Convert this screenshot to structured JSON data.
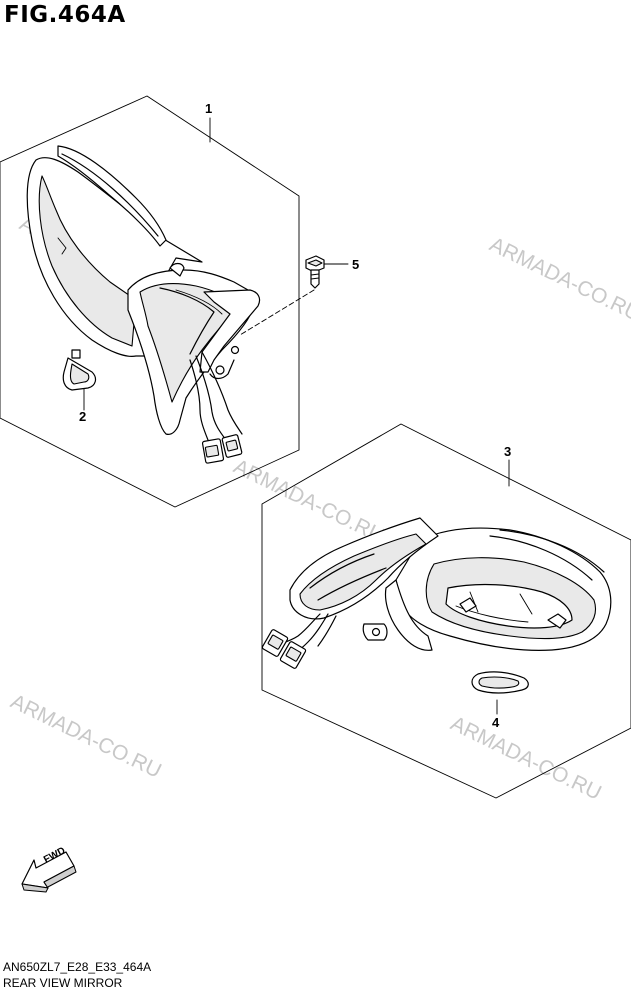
{
  "figure": {
    "title": "FIG.464A",
    "code": "AN650ZL7_E28_E33_464A",
    "caption": "REAR VIEW MIRROR"
  },
  "callouts": {
    "c1": "1",
    "c2": "2",
    "c3": "3",
    "c4": "4",
    "c5": "5"
  },
  "watermark": "ARMADA-CO.RU",
  "fwd_label": "FWD"
}
